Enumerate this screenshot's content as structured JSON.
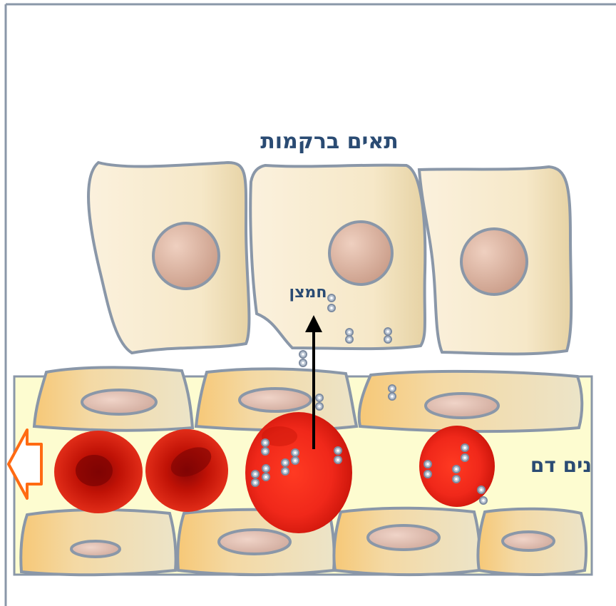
{
  "labels": {
    "tissue_cells": "תאים ברקמות",
    "oxygen": "חמצן",
    "blood_vessel": "נים דם"
  },
  "colors": {
    "label_text": "#2a4b73",
    "outline": "#8a97a8",
    "cell_fill": "#f8ecd3",
    "nucleus": "#e0b8a6",
    "vessel_bg": "#fdfcd0",
    "endothelial": "#f4cf8c",
    "rbc": "#d81a0a",
    "arrow_flow": "#ff6a12",
    "oxygen_arrow": "#000000"
  },
  "icons": {
    "oxygen_molecule": "o2-molecule-icon",
    "flow_arrow": "flow-arrow-left-icon"
  }
}
